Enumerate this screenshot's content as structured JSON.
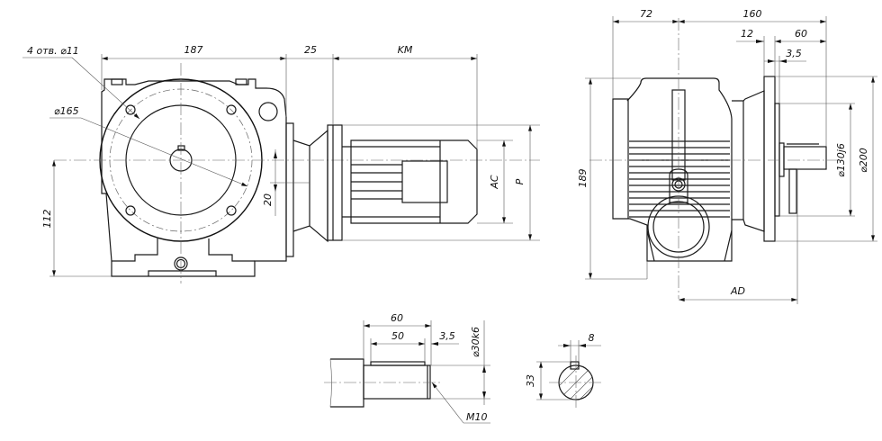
{
  "drawing": {
    "title": "Gear motor dimensional drawing",
    "views": {
      "front": {
        "holes_label": "4 отв. ⌀11",
        "flange_diameter": "⌀165",
        "width": "187",
        "flange_gap": "25",
        "motor_length": "KM",
        "shaft_offset": "20",
        "shaft_height": "112",
        "motor_diameter": "AC",
        "flange_outer": "P"
      },
      "side": {
        "to_axis": "72",
        "overall": "160",
        "flange_thickness": "12",
        "shaft_length": "60",
        "shoulder": "3,5",
        "height": "189",
        "spigot_diameter": "⌀130j6",
        "flange_diameter": "⌀200",
        "axis_to_motor": "AD"
      },
      "shaft_detail": {
        "length": "60",
        "key_length": "50",
        "shoulder": "3,5",
        "diameter": "⌀30k6",
        "thread": "M10"
      },
      "key_section": {
        "key_width": "8",
        "height_over_key": "33"
      }
    }
  }
}
